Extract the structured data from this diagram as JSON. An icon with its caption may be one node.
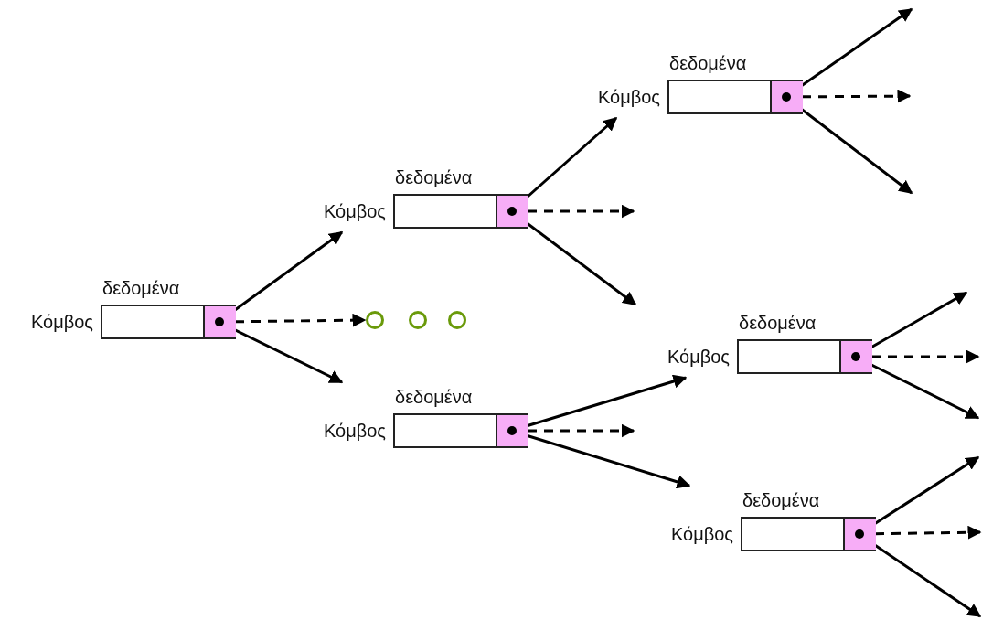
{
  "diagram": {
    "nodes": [
      {
        "text": [
          "δεδομένα"
        ],
        "beside": [
          "Κόμβος"
        ]
      },
      {
        "text": [
          "δεδομένα"
        ],
        "beside": [
          "Κόμβος"
        ]
      },
      {
        "text": [
          "δεδομένα"
        ],
        "beside": [
          "Κόμβος"
        ]
      },
      {
        "text": [
          "δεδομένα"
        ],
        "beside": [
          "Κόμβος"
        ]
      },
      {
        "text": [
          "δεδομένα"
        ],
        "beside": [
          "Κόμβος"
        ]
      },
      {
        "text": [
          "δεδομένα"
        ],
        "beside": [
          "Κόμβος"
        ]
      },
      {
        "text": [],
        "shape": "circle"
      },
      {
        "text": [],
        "shape": "circle"
      },
      {
        "text": [],
        "shape": "circle"
      }
    ],
    "edges": [
      {
        "from": 0,
        "to": 1,
        "arrow": "to"
      },
      {
        "from": 0,
        "to": 6,
        "arrow": "to",
        "style": "dashed"
      },
      {
        "from": 0,
        "to": 2,
        "arrow": "to"
      },
      {
        "from": 1,
        "to": 3,
        "arrow": "to"
      },
      {
        "from": 1,
        "to": null,
        "arrow": "to",
        "style": "dashed"
      },
      {
        "from": 1,
        "to": null,
        "arrow": "to"
      },
      {
        "from": 2,
        "to": 4,
        "arrow": "to"
      },
      {
        "from": 2,
        "to": null,
        "arrow": "to",
        "style": "dashed"
      },
      {
        "from": 2,
        "to": 5,
        "arrow": "to"
      },
      {
        "from": 3,
        "to": null,
        "arrow": "to"
      },
      {
        "from": 3,
        "to": null,
        "arrow": "to",
        "style": "dashed"
      },
      {
        "from": 3,
        "to": null,
        "arrow": "to"
      },
      {
        "from": 4,
        "to": null,
        "arrow": "to"
      },
      {
        "from": 4,
        "to": null,
        "arrow": "to",
        "style": "dashed"
      },
      {
        "from": 4,
        "to": null,
        "arrow": "to"
      },
      {
        "from": 5,
        "to": null,
        "arrow": "to"
      },
      {
        "from": 5,
        "to": null,
        "arrow": "to",
        "style": "dashed"
      },
      {
        "from": 5,
        "to": null,
        "arrow": "to"
      }
    ]
  }
}
